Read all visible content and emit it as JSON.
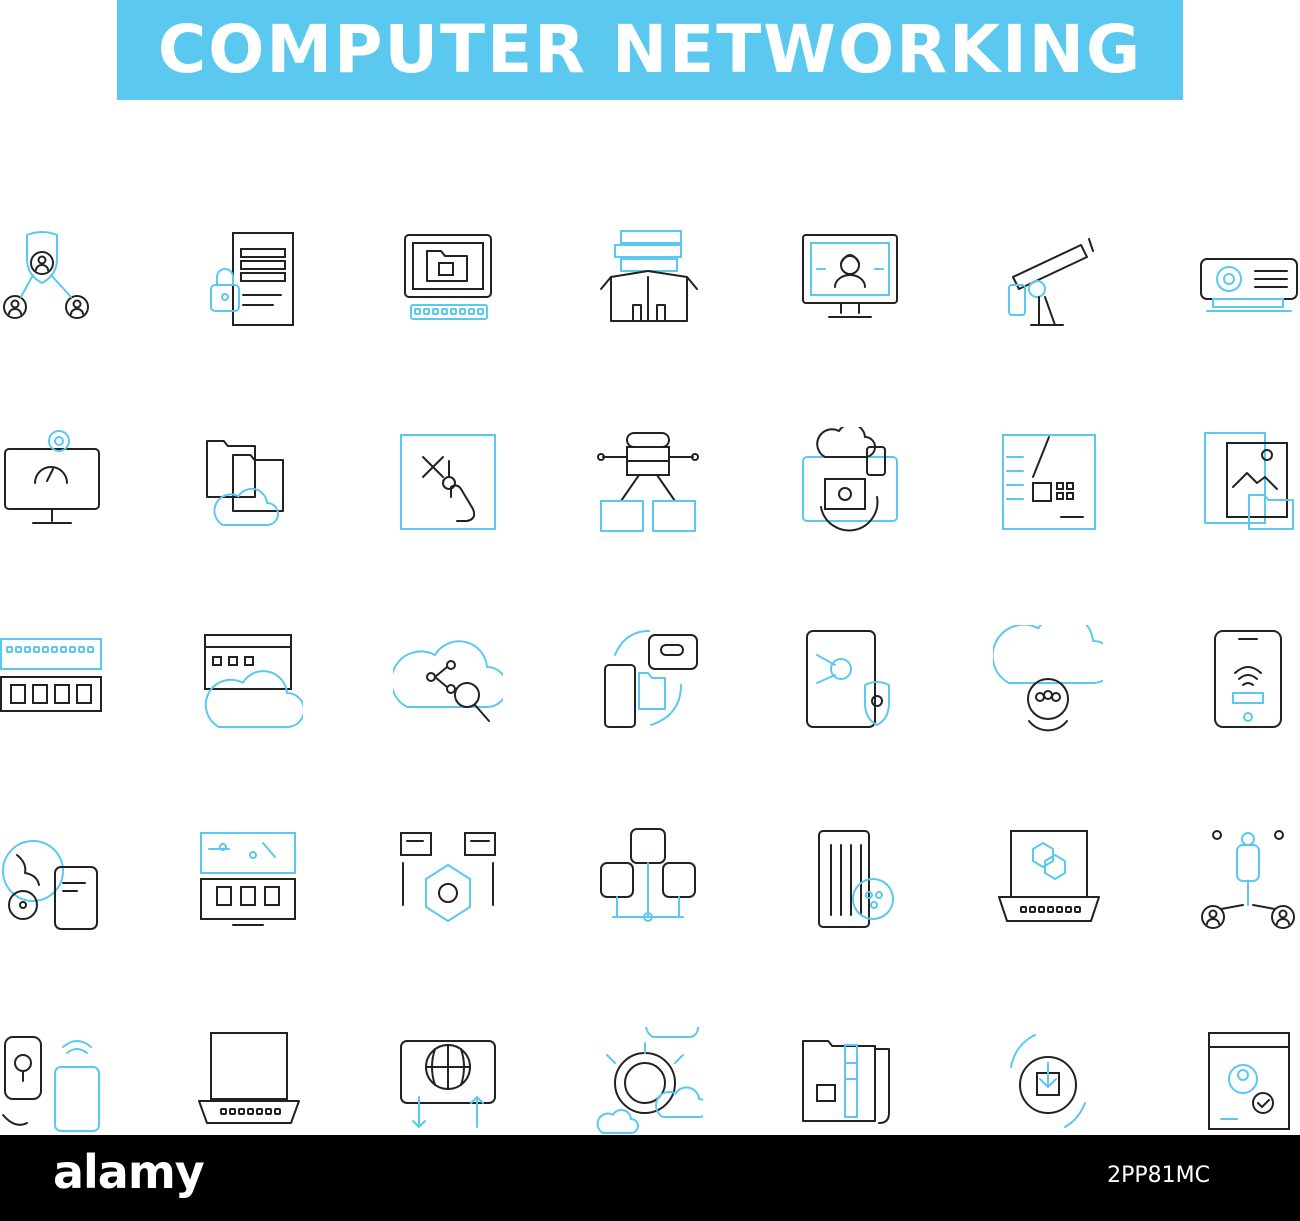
{
  "title": "COMPUTER NETWORKING",
  "colors": {
    "accent": "#5bc8f0",
    "line": "#222222",
    "background": "#ffffff",
    "footer": "#000000"
  },
  "icons": [
    [
      "users-shield-icon",
      "server-lock-icon",
      "computer-folder-lock-icon",
      "archive-box-icon",
      "monitor-user-icon",
      "telescope-icon",
      "projector-icon"
    ],
    [
      "monitor-settings-icon",
      "folders-cloud-icon",
      "touch-tools-icon",
      "database-network-icon",
      "device-cloud-folder-icon",
      "motherboard-icon",
      "documents-image-icon"
    ],
    [
      "ram-module-icon",
      "browser-cloud-icon",
      "cloud-search-icon",
      "mobile-sync-icon",
      "tablet-security-icon",
      "cloud-team-icon",
      "tablet-wifi-icon"
    ],
    [
      "globe-devices-icon",
      "circuit-board-icon",
      "chip-settings-icon",
      "database-cluster-icon",
      "server-share-icon",
      "laptop-network-icon",
      "user-network-icon"
    ],
    [
      "voice-device-icon",
      "laptop-icon",
      "globe-transfer-icon",
      "gear-cloud-icon",
      "folder-zip-icon",
      "download-circle-icon",
      "web-user-verified-icon"
    ]
  ],
  "footer": {
    "logo": "alamy",
    "image_id": "2PP81MC"
  }
}
